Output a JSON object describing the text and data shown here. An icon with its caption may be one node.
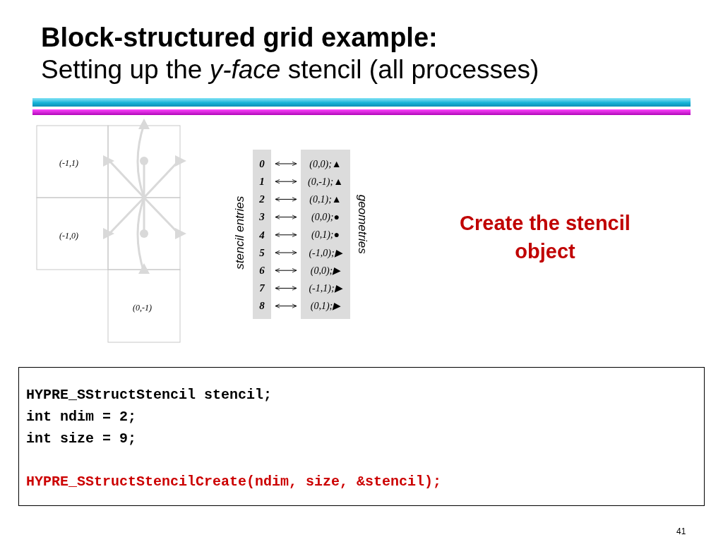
{
  "diagram": {
    "title": "Block-structured grid example:",
    "nodes": [
      {
        "text": [
          "0"
        ]
      },
      {
        "text": [
          "1"
        ]
      },
      {
        "text": [
          "2"
        ]
      },
      {
        "text": [
          "3"
        ]
      },
      {
        "text": [
          "4"
        ]
      },
      {
        "text": [
          "5"
        ]
      },
      {
        "text": [
          "6"
        ]
      },
      {
        "text": [
          "7"
        ]
      },
      {
        "text": [
          "8"
        ]
      },
      {
        "text": [
          "(0,0);▲"
        ]
      },
      {
        "text": [
          "(0,-1);▲"
        ]
      },
      {
        "text": [
          "(0,1);▲"
        ]
      },
      {
        "text": [
          "(0,0);●"
        ]
      },
      {
        "text": [
          "(0,1);●"
        ]
      },
      {
        "text": [
          "(-1,0);▶"
        ]
      },
      {
        "text": [
          "(0,0);▶"
        ]
      },
      {
        "text": [
          "(-1,1);▶"
        ]
      },
      {
        "text": [
          "(0,1);▶"
        ]
      }
    ],
    "edges": [
      {
        "from": 0,
        "to": 9,
        "arrow": "both"
      },
      {
        "from": 1,
        "to": 10,
        "arrow": "both"
      },
      {
        "from": 2,
        "to": 11,
        "arrow": "both"
      },
      {
        "from": 3,
        "to": 12,
        "arrow": "both"
      },
      {
        "from": 4,
        "to": 13,
        "arrow": "both"
      },
      {
        "from": 5,
        "to": 14,
        "arrow": "both"
      },
      {
        "from": 6,
        "to": 15,
        "arrow": "both"
      },
      {
        "from": 7,
        "to": 16,
        "arrow": "both"
      },
      {
        "from": 8,
        "to": 17,
        "arrow": "both"
      }
    ],
    "labels": [
      "Setting up the *y-face* stencil (all processes)",
      "(-1,1)",
      "(-1,0)",
      "(0,-1)",
      "stencil entries",
      "geometries",
      "Create the stencil object",
      "HYPRE_SStructStencil stencil;",
      "int ndim = 2;",
      "int size = 9;",
      "HYPRE_SStructStencilCreate(ndim, size, &stencil);",
      "41"
    ]
  }
}
